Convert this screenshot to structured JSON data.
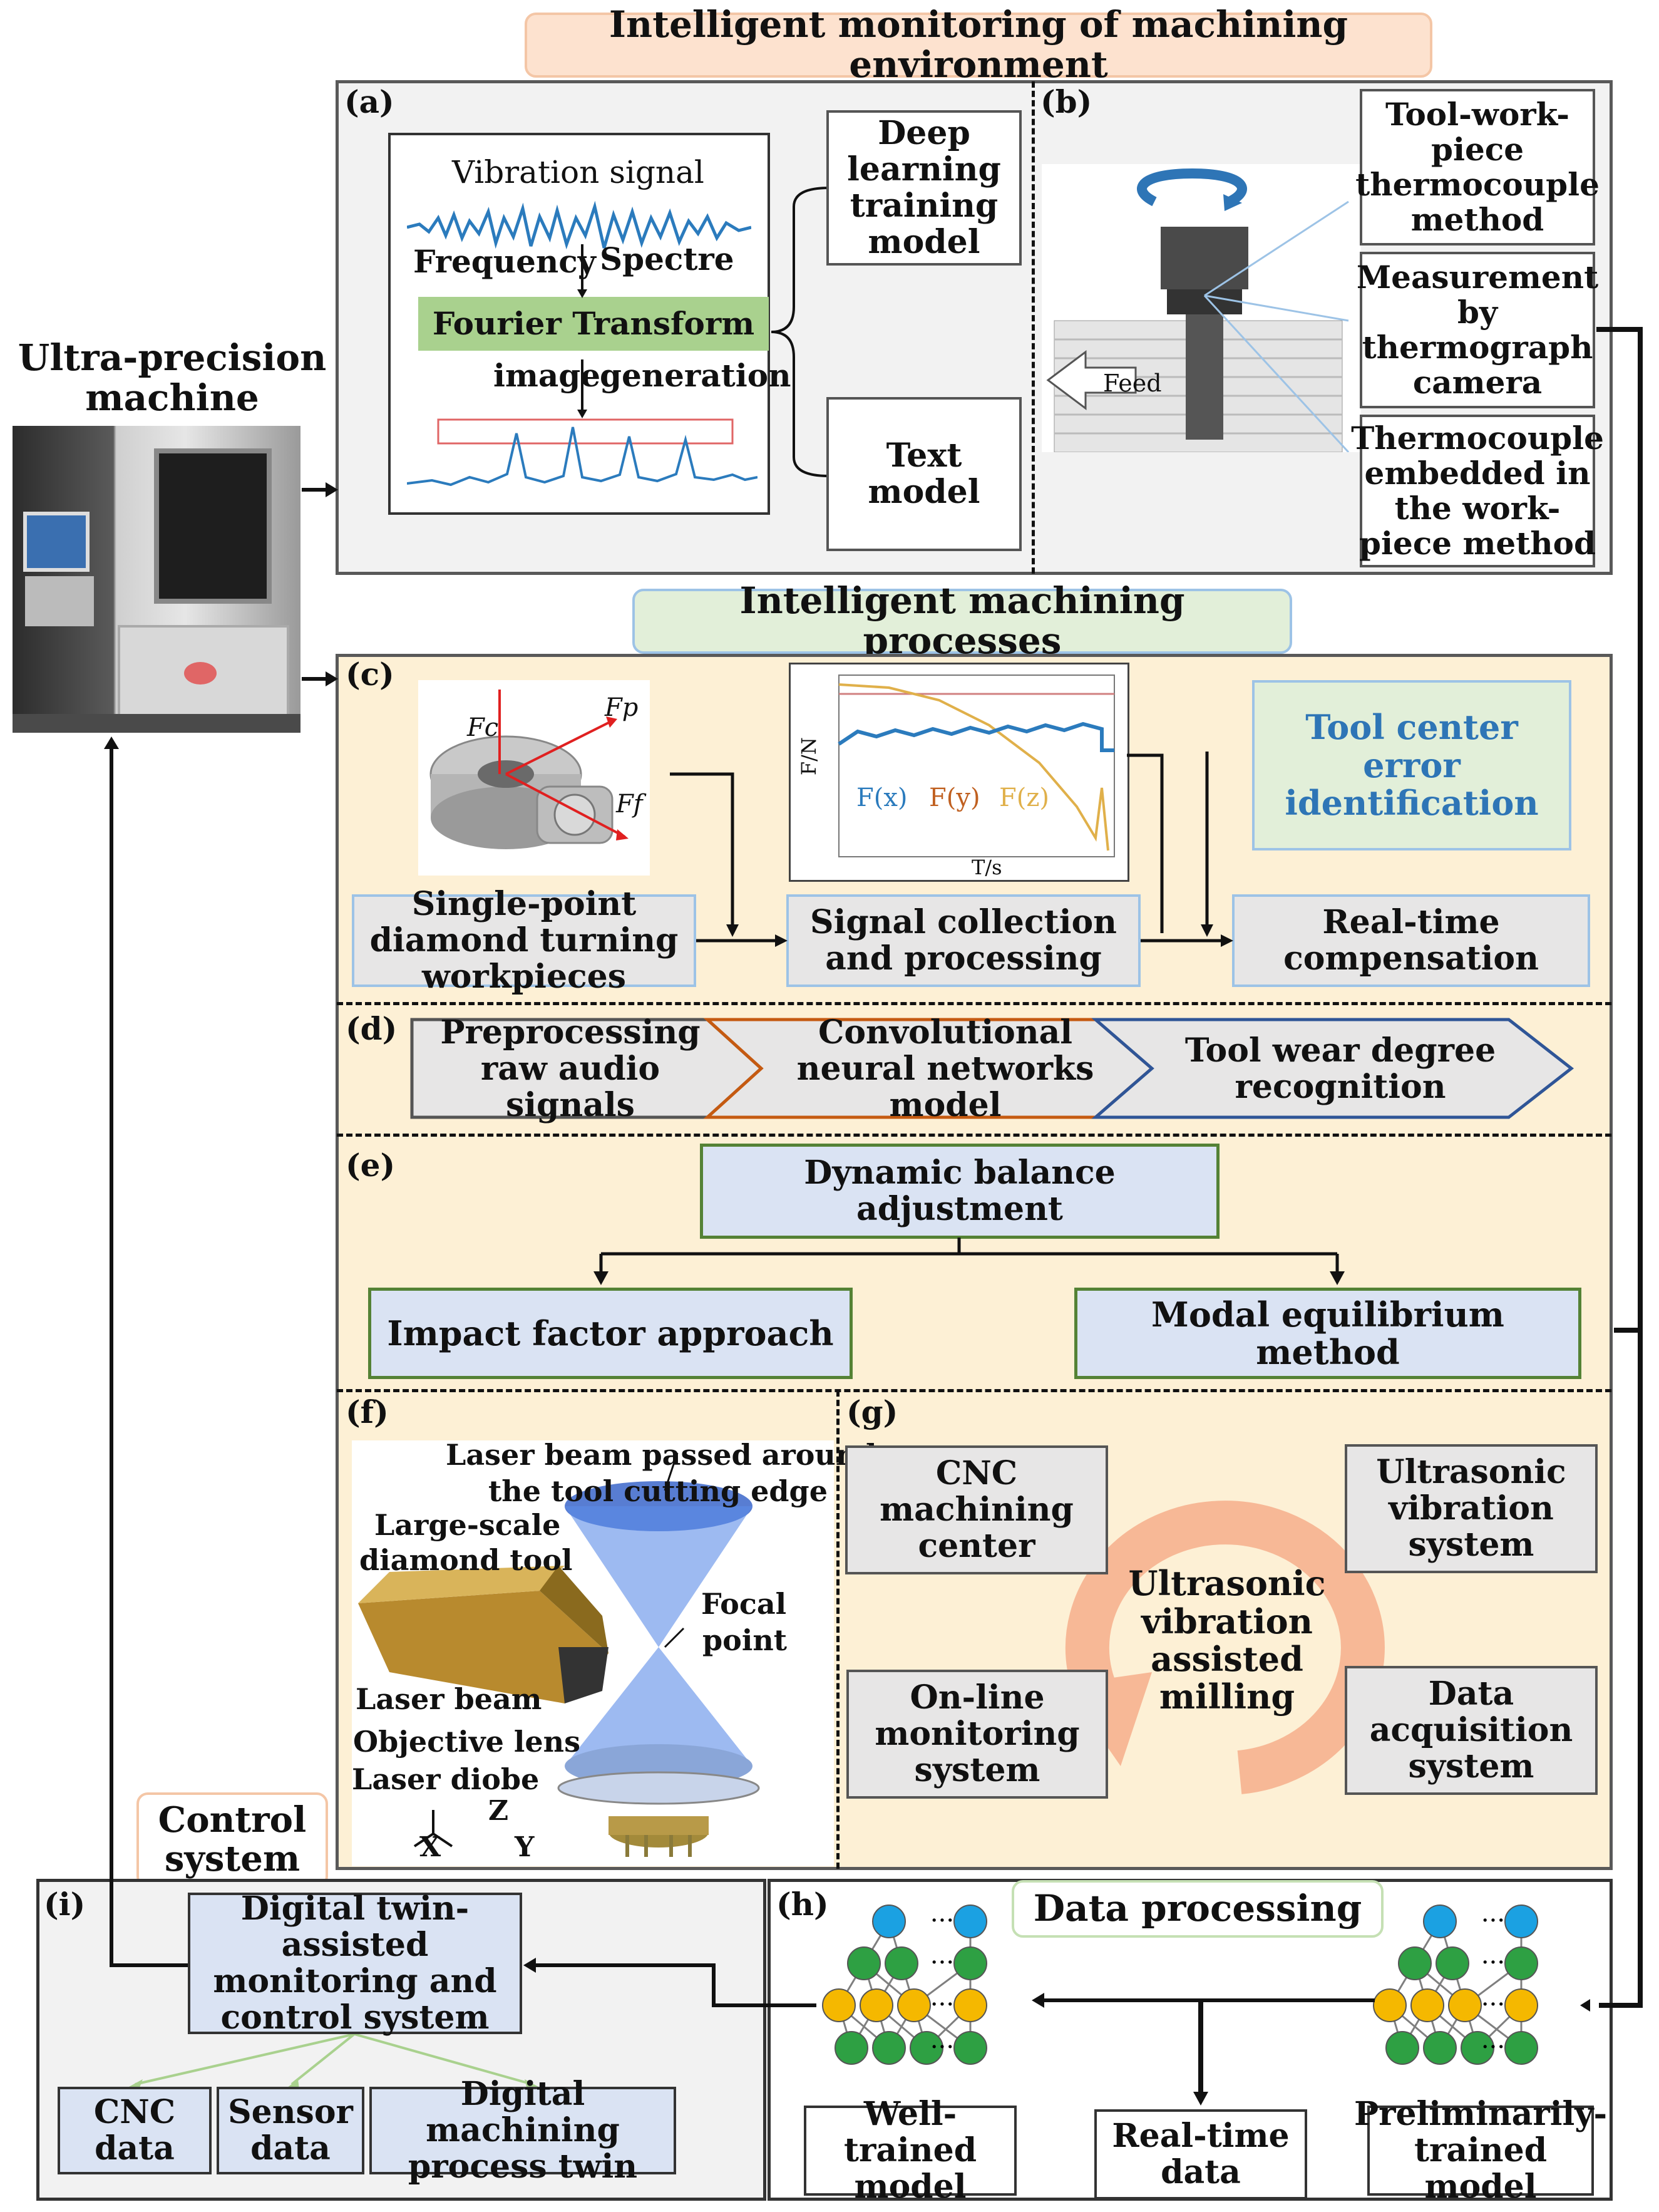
{
  "titles": {
    "env": "Intelligent monitoring of machining environment",
    "proc": "Intelligent machining processes",
    "data": "Data processing",
    "ctrl": "Control system"
  },
  "machine": {
    "label": "Ultra-precision machine"
  },
  "panel_labels": {
    "a": "(a)",
    "b": "(b)",
    "c": "(c)",
    "d": "(d)",
    "e": "(e)",
    "f": "(f)",
    "g": "(g)",
    "h": "(h)",
    "i": "(i)"
  },
  "panel_a": {
    "vibration": "Vibration signal",
    "frequency": "Frequency",
    "spectre": "Spectre",
    "fourier": "Fourier Transform",
    "image": "image",
    "generation": "generation",
    "deep_model": "Deep learning training model",
    "text_model": "Text model"
  },
  "panel_b": {
    "feed": "Feed",
    "m1": "Tool-work-piece thermocouple method",
    "m2": "Measurement by thermograph camera",
    "m3": "Thermocouple embedded in the work-piece method"
  },
  "panel_c": {
    "single_point": "Single-point diamond turning workpieces",
    "signal": "Signal collection and processing",
    "realtime": "Real-time compensation",
    "tool_center": "Tool center error identification",
    "fc": "Fc",
    "fp": "Fp",
    "ff": "Ff",
    "ylabel": "F/N",
    "xlabel": "T/s",
    "fx": "F(x)",
    "fy": "F(y)",
    "fz": "F(z)"
  },
  "panel_d": {
    "step1": "Preprocessing raw audio signals",
    "step2": "Convolutional neural networks model",
    "step3": "Tool wear degree recognition"
  },
  "panel_e": {
    "top": "Dynamic balance adjustment",
    "left": "Impact factor approach",
    "right": "Modal equilibrium method"
  },
  "panel_f": {
    "laser_around": "Laser beam passed around",
    "cutting_edge": "the tool cutting edge",
    "large_scale": "Large-scale",
    "diamond_tool": "diamond tool",
    "focal": "Focal",
    "point": "point",
    "laser_beam": "Laser beam",
    "objective": "Objective lens",
    "laser_diobe": "Laser diobe",
    "ax_z": "Z",
    "ax_x": "X",
    "ax_y": "Y"
  },
  "panel_g": {
    "center": "Ultrasonic vibration assisted milling",
    "cnc": "CNC machining center",
    "ultra": "Ultrasonic vibration system",
    "online": "On-line monitoring system",
    "daq": "Data acquisition system"
  },
  "panel_h": {
    "well": "Well-trained model",
    "realtime": "Real-time data",
    "prelim": "Preliminarily-trained model",
    "dots": "···"
  },
  "panel_i": {
    "twin": "Digital twin-assisted monitoring and control system",
    "cnc": "CNC data",
    "sensor": "Sensor data",
    "process": "Digital machining process twin"
  },
  "colors": {
    "green_box": "#a9d18e",
    "blue_box": "#dae3f3",
    "grey_box": "#e7e6e6",
    "cream": "#fdf0d5",
    "light_green": "#e2efd9",
    "neuron_blue": "#1ba1e2",
    "neuron_green": "#2ea043",
    "neuron_yellow": "#f5b800",
    "orange_ring": "#f7b896",
    "signal_blue": "#2b7bbd"
  }
}
